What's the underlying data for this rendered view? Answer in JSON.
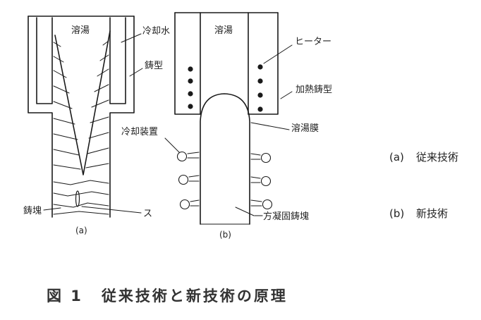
{
  "panel_a": {
    "label_melt": "溶湯",
    "label_cooling_water": "冷却水",
    "label_mold": "鋳型",
    "label_ingot": "鋳塊",
    "label_pore": "ス",
    "sub_label": "(a)"
  },
  "panel_b": {
    "label_melt": "溶湯",
    "label_heater": "ヒーター",
    "label_heated_mold": "加熱鋳型",
    "label_melt_film": "溶湯膜",
    "label_cooling_device": "冷却装置",
    "label_directional_ingot": "一方凝固鋳塊",
    "sub_label": "(b)"
  },
  "legend": [
    {
      "key": "(a)",
      "text": "従来技術"
    },
    {
      "key": "(b)",
      "text": "新技術"
    }
  ],
  "caption": {
    "number": "図 1",
    "text": "従来技術と新技術の原理"
  },
  "colors": {
    "line": "#1a1a1a",
    "paper": "#ffffff"
  }
}
